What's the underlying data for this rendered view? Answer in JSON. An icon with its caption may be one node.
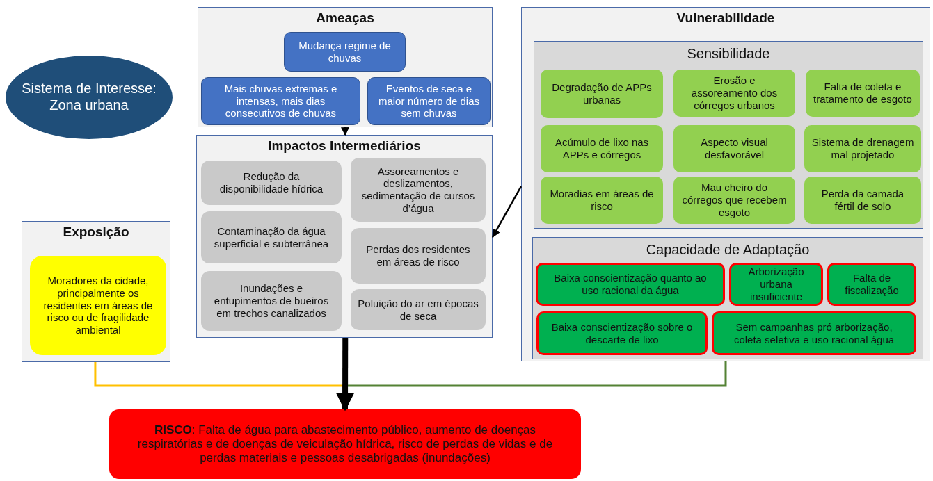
{
  "diagram": {
    "nodes": [
      {
        "text": [
          "Sistema de Interesse: Zona urbana"
        ]
      },
      {
        "text": [
          "Ameaças"
        ]
      },
      {
        "text": [
          "Mudança regime de chuvas"
        ],
        "in": 1
      },
      {
        "text": [
          "Mais chuvas extremas e intensas, mais dias consecutivos de chuvas"
        ],
        "in": 1
      },
      {
        "text": [
          "Eventos de seca e maior número de dias sem chuvas"
        ],
        "in": 1
      },
      {
        "text": [
          "Impactos Intermediários"
        ]
      },
      {
        "text": [
          "Redução da disponibilidade hídrica"
        ],
        "in": 5
      },
      {
        "text": [
          "Assoreamentos e deslizamentos, sedimentação de cursos d’água"
        ],
        "in": 5
      },
      {
        "text": [
          "Contaminação da água superficial e subterrânea"
        ],
        "in": 5
      },
      {
        "text": [
          "Perdas dos residentes em áreas de risco"
        ],
        "in": 5
      },
      {
        "text": [
          "Inundações e entupimentos de bueiros em trechos canalizados"
        ],
        "in": 5
      },
      {
        "text": [
          "Poluição do ar em épocas de seca"
        ],
        "in": 5
      },
      {
        "text": [
          "Vulnerabilidade"
        ]
      },
      {
        "text": [
          "Sensibilidade"
        ],
        "in": 12
      },
      {
        "text": [
          "Degradação de APPs urbanas"
        ],
        "in": 13
      },
      {
        "text": [
          "Erosão e assoreamento dos córregos urbanos"
        ],
        "in": 13
      },
      {
        "text": [
          "Falta de coleta e tratamento de esgoto"
        ],
        "in": 13
      },
      {
        "text": [
          "Acúmulo de lixo nas APPs e córregos"
        ],
        "in": 13
      },
      {
        "text": [
          "Aspecto visual desfavorável"
        ],
        "in": 13
      },
      {
        "text": [
          "Sistema de drenagem mal projetado"
        ],
        "in": 13
      },
      {
        "text": [
          "Moradias em áreas de risco"
        ],
        "in": 13
      },
      {
        "text": [
          "Mau cheiro do córregos que recebem esgoto"
        ],
        "in": 13
      },
      {
        "text": [
          "Perda da camada fértil de solo"
        ],
        "in": 13
      },
      {
        "text": [
          "Capacidade de Adaptação"
        ],
        "in": 12
      },
      {
        "text": [
          "Baixa conscientização quanto ao uso racional da água"
        ],
        "in": 23
      },
      {
        "text": [
          "Arborização urbana insuficiente"
        ],
        "in": 23
      },
      {
        "text": [
          "Falta de fiscalização"
        ],
        "in": 23
      },
      {
        "text": [
          "Baixa conscientização sobre o descarte de lixo"
        ],
        "in": 23
      },
      {
        "text": [
          "Sem campanhas pró arborização, coleta seletiva e uso racional água"
        ],
        "in": 23
      },
      {
        "text": [
          "Exposição"
        ]
      },
      {
        "text": [
          "Moradores da cidade, principalmente os residentes em áreas de risco ou de fragilidade ambiental"
        ],
        "in": 29
      },
      {
        "text": [
          "**RISCO**: Falta de água para abastecimento público, aumento de doenças respiratórias e de doenças de veiculação hídrica, risco de perdas de vidas e de perdas materiais e pessoas desabrigadas (inundações)"
        ]
      }
    ],
    "edges": [
      {
        "from": 1,
        "to": 5,
        "arrow": "to"
      },
      {
        "from": 12,
        "to": 5,
        "arrow": "to"
      },
      {
        "from": 5,
        "to": 31,
        "arrow": "to",
        "style": "thick"
      },
      {
        "from": 29,
        "to": 31,
        "arrow": "to",
        "color": "#ffc000"
      },
      {
        "from": 12,
        "to": 31,
        "arrow": "to",
        "color": "#548235"
      }
    ]
  }
}
